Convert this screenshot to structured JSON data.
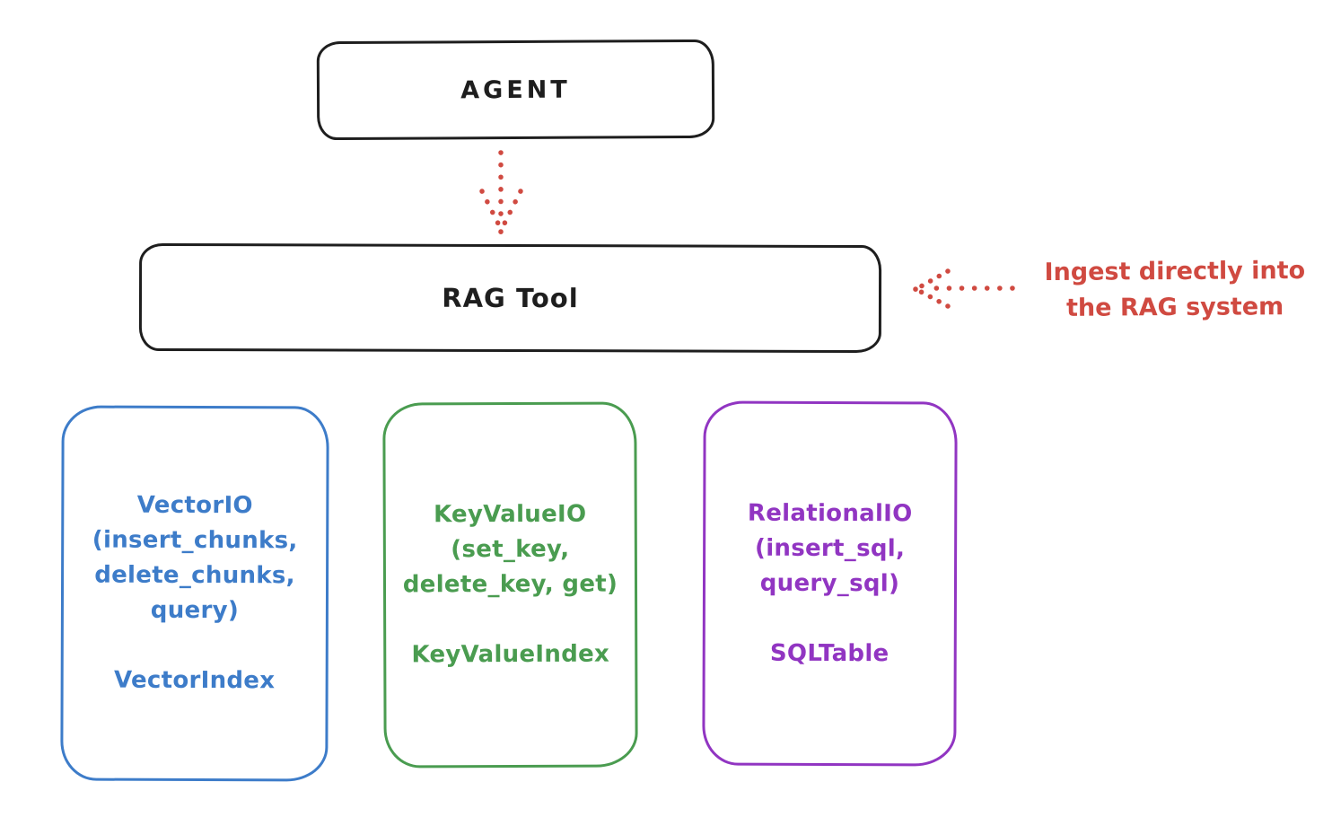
{
  "agent": {
    "label": "AGENT"
  },
  "rag_tool": {
    "label": "RAG Tool"
  },
  "annotation": {
    "text": "Ingest directly into\nthe RAG system",
    "color": "#d04a41"
  },
  "arrows": {
    "agent_to_rag": "dotted-down-arrow",
    "ingest_to_rag": "dotted-left-arrow"
  },
  "storage_boxes": [
    {
      "body": "VectorIO\n(insert_chunks,\ndelete_chunks,\nquery)",
      "footer": "VectorIndex",
      "color": "#3d7cc9"
    },
    {
      "body": "KeyValueIO\n(set_key,\ndelete_key, get)",
      "footer": "KeyValueIndex",
      "color": "#4a9c50"
    },
    {
      "body": "RelationalIO\n(insert_sql,\nquery_sql)",
      "footer": "SQLTable",
      "color": "#9135c2"
    }
  ],
  "colors": {
    "stroke_black": "#1e1e1e",
    "accent_red": "#d04a41",
    "vector_blue": "#3d7cc9",
    "keyvalue_green": "#4a9c50",
    "relational_purple": "#9135c2",
    "background": "#ffffff"
  }
}
